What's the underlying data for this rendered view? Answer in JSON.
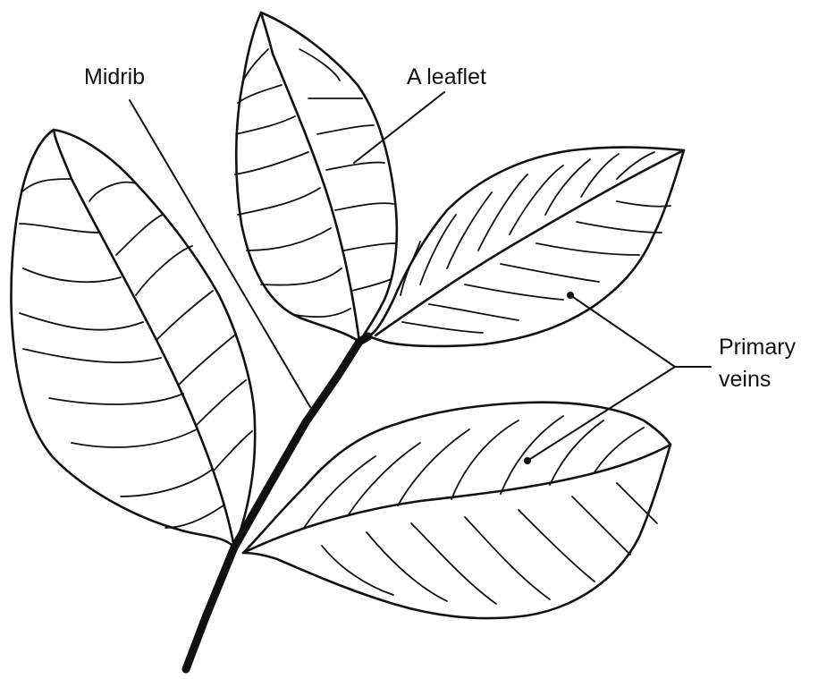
{
  "labels": {
    "midrib": "Midrib",
    "leaflet": "A leaflet",
    "primary_veins_line1": "Primary",
    "primary_veins_line2": "veins"
  },
  "colors": {
    "ink": "#111111",
    "background": "#ffffff"
  }
}
